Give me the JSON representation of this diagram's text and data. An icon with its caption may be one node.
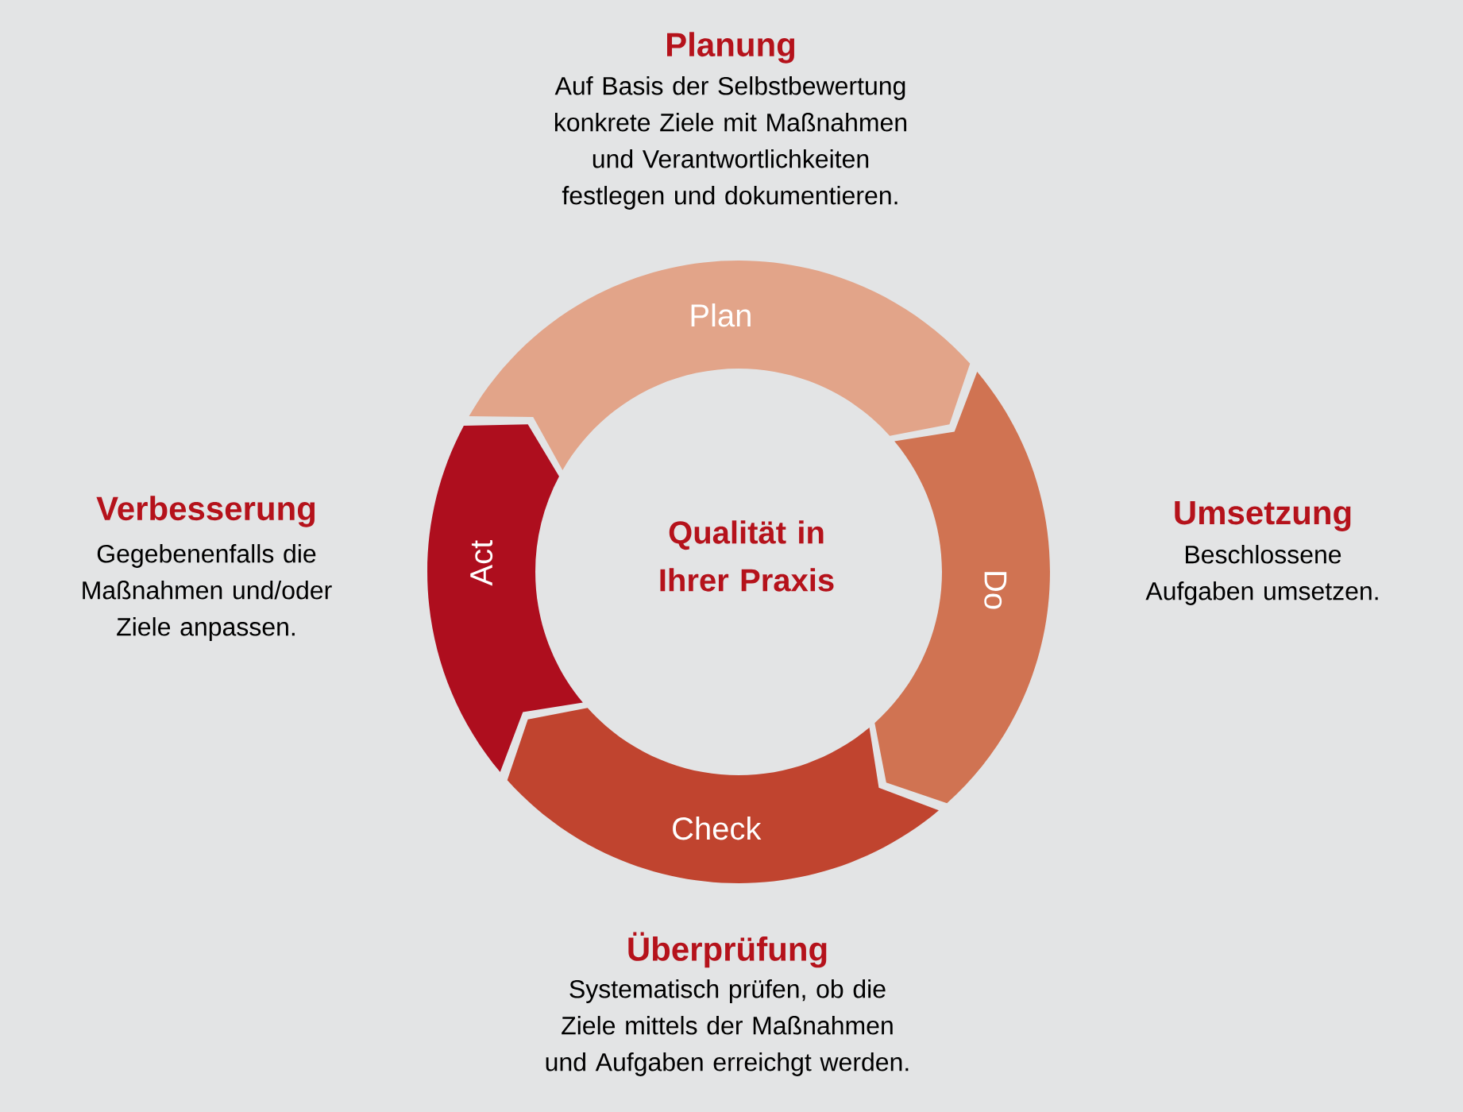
{
  "diagram": {
    "nodes": [
      {
        "text": [
          "Plan"
        ]
      },
      {
        "text": [
          "Do"
        ]
      },
      {
        "text": [
          "Check"
        ]
      },
      {
        "text": [
          "Act"
        ]
      }
    ],
    "labels": [
      "Planung",
      "Auf Basis der Selbstbewertung konkrete Ziele mit Maßnahmen und Verantwortlichkeiten festlegen und dokumentieren.",
      "Verbesserung",
      "Gegebenenfalls die Maßnahmen und/oder Ziele anpassen.",
      "Qualität in Ihrer Praxis",
      "Umsetzung",
      "Beschlossene Aufgaben umsetzen.",
      "Überprüfung",
      "Systematisch prüfen, ob die Ziele mittels der Maßnahmen und Aufgaben erreichgt werden."
    ]
  }
}
